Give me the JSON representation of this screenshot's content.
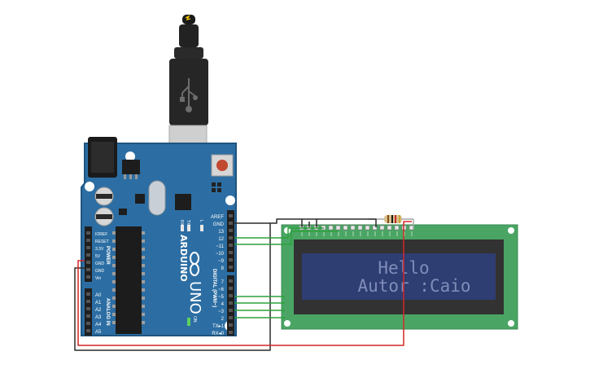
{
  "board": {
    "brand": "ARDUINO",
    "model": "UNO",
    "on_label": "ON",
    "l_label": "L",
    "tx_label": "TX",
    "rx_label": "RX",
    "power_header": "POWER",
    "analog_header": "ANALOG IN",
    "digital_header": "DIGITAL (PWM~)",
    "power_pins": [
      "IOREF",
      "RESET",
      "3.3V",
      "5V",
      "GND",
      "GND",
      "Vin"
    ],
    "analog_pins": [
      "A0",
      "A1",
      "A2",
      "A3",
      "A4",
      "A5"
    ],
    "digital_top": [
      "AREF",
      "GND",
      "13",
      "12",
      "~11",
      "~10",
      "~9",
      "8"
    ],
    "digital_bottom": [
      "7",
      "~6",
      "~5",
      "4",
      "~3",
      "2",
      "TX▸1",
      "RX◂0"
    ]
  },
  "usb": {
    "cable_icon": "usb-plug-icon",
    "bolt_icon": "lightning-bolt-icon"
  },
  "lcd": {
    "line1": "Hello",
    "line2": "Autor :Caio"
  },
  "colors": {
    "board": "#2c6ea3",
    "board_edge": "#1f557f",
    "lcd_pcb": "#4aa564",
    "lcd_bezel": "#323232",
    "lcd_screen": "#2e3d72",
    "lcd_text": "#7f8db8",
    "wire_green": "#2aa23a",
    "wire_black": "#2b2b2b",
    "wire_red": "#d42727",
    "reset_button": "#c0492f"
  }
}
